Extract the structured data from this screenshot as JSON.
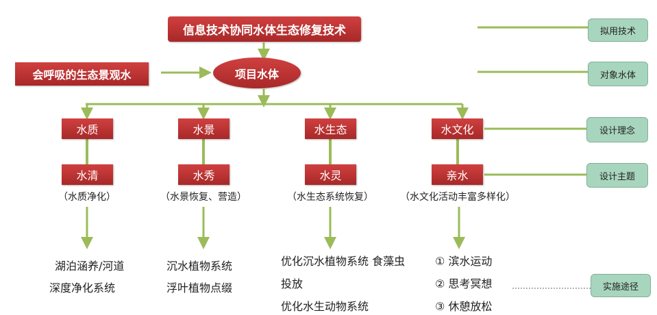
{
  "top_box": "信息技术协同水体生态修复技术",
  "left_box": "会呼吸的生态景观水",
  "center": "项目水体",
  "columns": [
    {
      "level1": "水质",
      "level2": "水清",
      "note": "（水质净化）",
      "items": [
        "湖泊涵养/河道",
        "深度净化系统"
      ]
    },
    {
      "level1": "水景",
      "level2": "水秀",
      "note": "（水景恢复、营造）",
      "items": [
        "沉水植物系统",
        "浮叶植物点缀"
      ]
    },
    {
      "level1": "水生态",
      "level2": "水灵",
      "note": "（水生态系统恢复）",
      "items": [
        "优化沉水植物系统 食藻虫",
        "投放",
        "优化水生动物系统"
      ]
    },
    {
      "level1": "水文化",
      "level2": "亲水",
      "note": "（水文化活动丰富多样化）",
      "items": [
        "①  滨水运动",
        "②  思考冥想",
        "③  休憩放松"
      ]
    }
  ],
  "legend": [
    "拟用技术",
    "对象水体",
    "设计理念",
    "设计主题",
    "实施途径"
  ],
  "colors": {
    "red": "#b83232",
    "green_line": "#9bbb59",
    "legend_fill": "#a8d5bd"
  }
}
